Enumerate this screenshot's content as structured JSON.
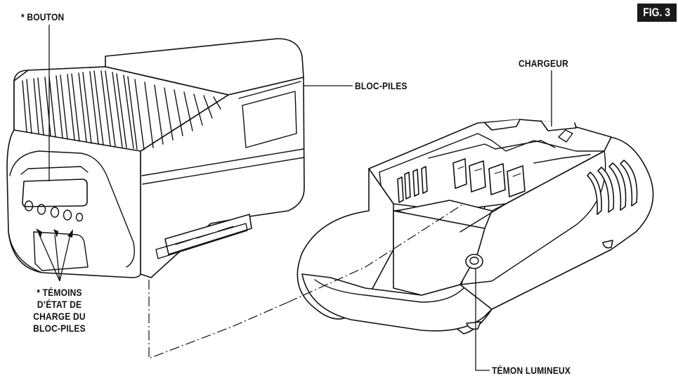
{
  "figure": {
    "badge": "FIG. 3"
  },
  "labels": {
    "button": "* BOUTON",
    "battery_pack": "BLOC-PILES",
    "charger": "CHARGEUR",
    "charge_indicators": [
      "* TÉMOINS",
      "D’ÉTAT DE",
      "CHARGE DU",
      "BLOC-PILES"
    ],
    "indicator_light": "TÉMON LUMINEUX"
  }
}
